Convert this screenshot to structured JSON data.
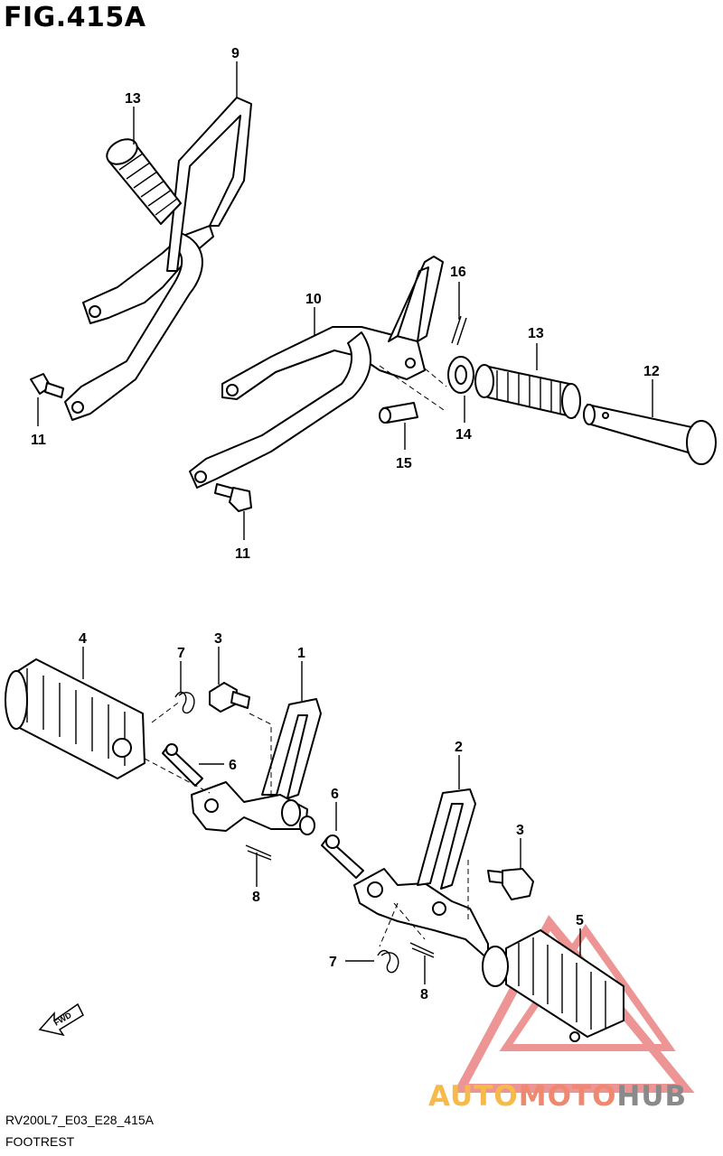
{
  "figure_title": "FIG.415A",
  "footer": {
    "model_code": "RV200L7_E03_E28_415A",
    "section_name": "FOOTREST"
  },
  "fwd_label": "FWD",
  "watermark": {
    "word_part1": "AUTO",
    "word_part2": "MOTO",
    "word_part3": "HUB",
    "colors": {
      "auto": "#f6b94a",
      "moto": "#ef8870",
      "hub": "#8a8a8a",
      "triangle": "#e04040"
    }
  },
  "callouts": {
    "c9": "9",
    "c13a": "13",
    "c11a": "11",
    "c10": "10",
    "c16": "16",
    "c13b": "13",
    "c12": "12",
    "c14": "14",
    "c15": "15",
    "c11b": "11",
    "c4": "4",
    "c7a": "7",
    "c3a": "3",
    "c1": "1",
    "c6a": "6",
    "c8a": "8",
    "c2": "2",
    "c6b": "6",
    "c3b": "3",
    "c5": "5",
    "c7b": "7",
    "c8b": "8"
  }
}
